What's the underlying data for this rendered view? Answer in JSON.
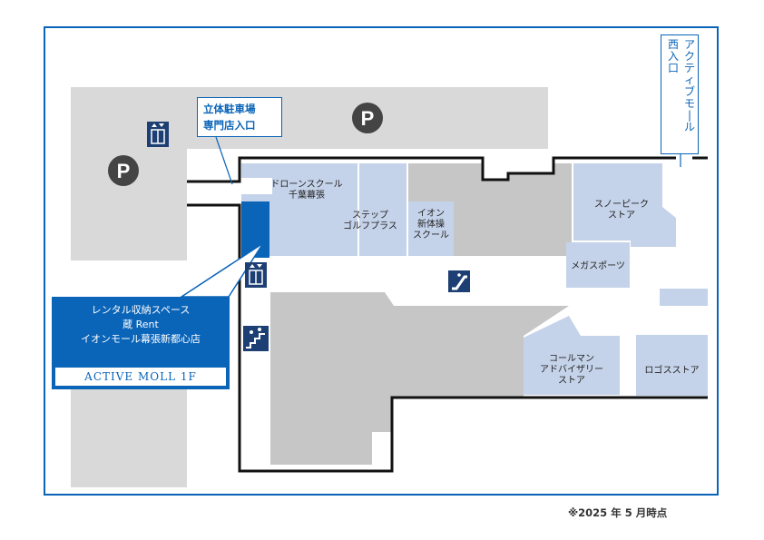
{
  "colors": {
    "frame": "#0a64b8",
    "accent": "#0a64b8",
    "shop": "#c5d3ea",
    "common": "#c6c6c6",
    "parking": "#d9d9d9",
    "wall": "#111111"
  },
  "icons": {
    "parking": "P",
    "elevator": "elevator-icon",
    "escalator": "escalator-icon",
    "stairs": "stairs-icon"
  },
  "shops": {
    "drone": "ドローンスクール\n千葉幕張",
    "step": "ステップ\nゴルフプラス",
    "aeon": "イオン\n新体操\nスクール",
    "snowpeak": "スノーピーク\nストア",
    "megasports": "メガスポーツ",
    "coleman": "コールマン\nアドバイザリー\nストア",
    "logos": "ロゴスストア"
  },
  "entrance": {
    "line1": "立体駐車場",
    "line2": "専門店入口"
  },
  "west_entrance": {
    "col1": "アクティブモール",
    "col2": "西入口"
  },
  "callout": {
    "line1": "レンタル収納スペース",
    "line2": "蔵 Rent",
    "line3": "イオンモール幕張新都心店",
    "floor": "ACTIVE MOLL 1F"
  },
  "note": "※2025 年 5 月時点"
}
